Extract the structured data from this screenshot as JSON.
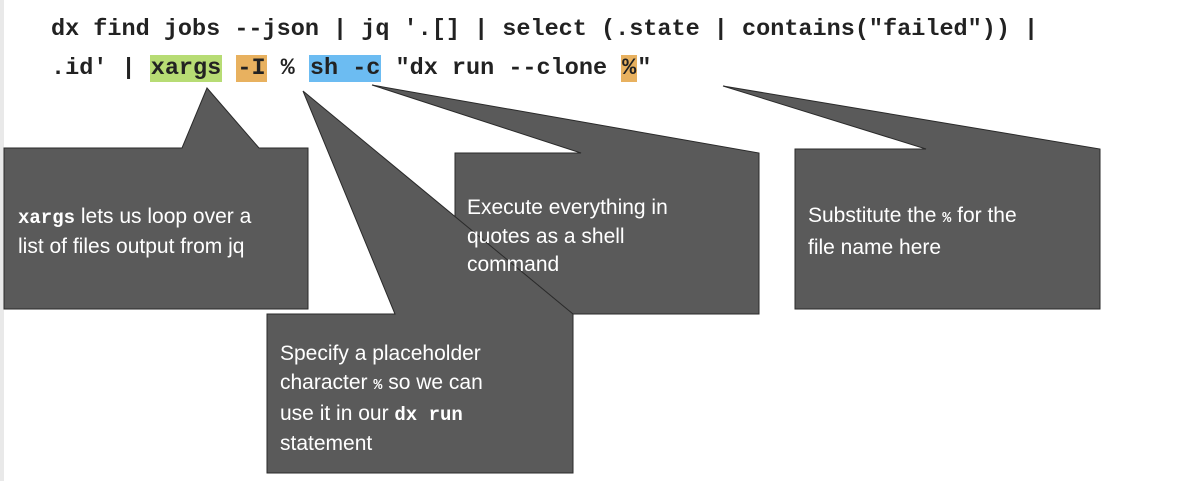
{
  "command": {
    "line1": "dx find jobs --json | jq '.[] | select (.state | contains(\"failed\")) |",
    "line2": {
      "part_a": ".id' | ",
      "xargs": "xargs",
      "sp1": " ",
      "flag_I": "-I",
      "sp2": " ",
      "pct1": "%",
      "sp3": " ",
      "sh_c": "sh -c",
      "part_b": " \"dx run --clone ",
      "pct2": "%",
      "part_c": "\""
    }
  },
  "callouts": {
    "xargs": {
      "term": "xargs",
      "text_a": " lets us loop over a",
      "line2": "list of files output from jq"
    },
    "placeholder": {
      "line1": "Specify a placeholder",
      "line2_a": "character ",
      "line2_code": "%",
      "line2_b": " so we can",
      "line3_a": "use it in our ",
      "line3_code": "dx run",
      "line4": "statement"
    },
    "shell": {
      "line1": "Execute everything in",
      "line2": "quotes as a shell",
      "line3": "command"
    },
    "substitute": {
      "line1_a": "Substitute the ",
      "line1_code": "%",
      "line1_b": " for the",
      "line2": "file name here"
    }
  },
  "colors": {
    "box_fill": "#5a5a5a",
    "highlight_green": "#b7dc74",
    "highlight_orange": "#e8b15f",
    "highlight_blue": "#6cbcf2"
  }
}
